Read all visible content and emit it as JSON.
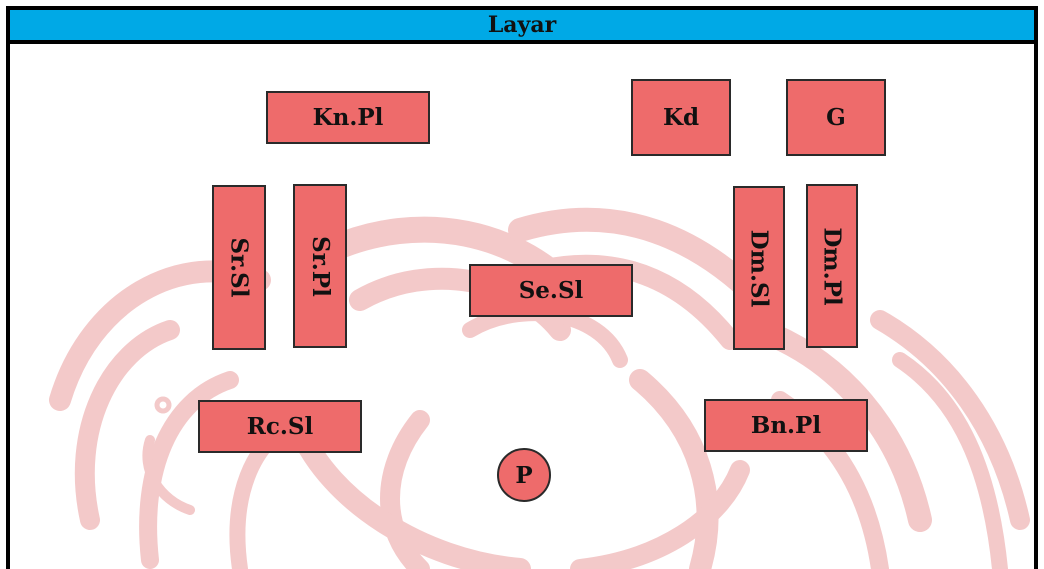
{
  "header": {
    "title": "Layar"
  },
  "seats": {
    "kn_pl": "Kn.Pl",
    "kd": "Kd",
    "g": "G",
    "sr_sl": "Sr.Sl",
    "sr_pl": "Sr.Pl",
    "se_sl": "Se.Sl",
    "dm_sl": "Dm.Sl",
    "dm_pl": "Dm.Pl",
    "rc_sl": "Rc.Sl",
    "bn_pl": "Bn.Pl",
    "p": "P"
  },
  "colors": {
    "header": "#00a9e6",
    "seat": "#ee6b6b",
    "border": "#000000",
    "watermark": "#f3c9c9"
  }
}
